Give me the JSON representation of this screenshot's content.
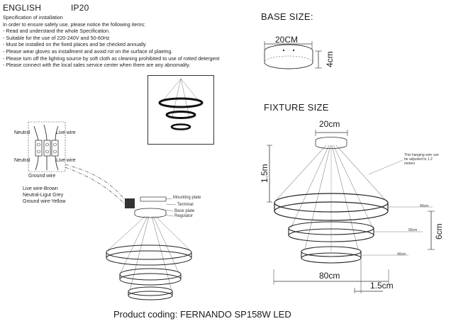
{
  "header": {
    "language": "ENGLISH",
    "ip_rating": "IP20"
  },
  "spec": {
    "title": "Specification of installation",
    "intro": "In order to ensure safety use, please notice the following items:",
    "items": [
      "- Read and understand the whole Specification.",
      "- Suitable for the use of 220-240V and 50-60Hz",
      "- Must be installed on the fixed places and be checked annually",
      "- Please wear gloves as installment and avoid rot on the surface of plaetng.",
      "- Please turn off the lighting source by soft cloth as cleaning prohibited to use of rotted detergent",
      "- Please connect with the local sales service center when there are any abnomality."
    ]
  },
  "base": {
    "title": "BASE SIZE:",
    "width_label": "20CM",
    "height_label": "4cm"
  },
  "fixture": {
    "title": "FIXTURE SIZE",
    "top_width": "20cm",
    "cable_length": "1.5m",
    "hanging_note_1": "This hanging wire can",
    "hanging_note_2": "be adjusted to 1.2",
    "hanging_note_3": "meters",
    "ring_top": "40cm",
    "ring_mid": "60cm",
    "ring_low": "40cm",
    "ring_height": "6cm",
    "total_width": "80cm",
    "bottom_gap": "1.5cm"
  },
  "wiring": {
    "neutral": "Neutral",
    "live": "Live wire",
    "neutral2": "Neutral",
    "live2": "Live wire",
    "ground": "Ground wire",
    "legend": [
      "Live wire-Brown",
      "Neutral-Ligut Grey",
      "Ground wire-Yellow"
    ]
  },
  "install": {
    "mounting_plate": "Mounting plate",
    "terminal": "Terminal",
    "base_plate": "Base plate",
    "regulator": "Regulator"
  },
  "footer": {
    "product": "Product coding: FERNANDO SP158W LED"
  }
}
